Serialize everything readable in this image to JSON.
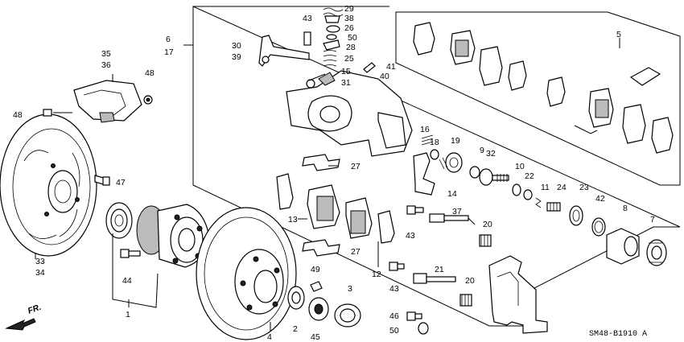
{
  "diagram_code": "SM48-B1910 A",
  "direction_label": "FR.",
  "callouts": {
    "c1": "1",
    "c2": "2",
    "c3": "3",
    "c4": "4",
    "c5": "5",
    "c6": "6",
    "c17": "17",
    "c7": "7",
    "c8": "8",
    "c9": "9",
    "c10": "10",
    "c11": "11",
    "c12": "12",
    "c13": "13",
    "c14": "14",
    "c15": "15",
    "c31": "31",
    "c16": "16",
    "c18": "18",
    "c19": "19",
    "c20a": "20",
    "c20b": "20",
    "c21": "21",
    "c22": "22",
    "c23": "23",
    "c24": "24",
    "c25": "25",
    "c26": "26",
    "c27a": "27",
    "c27b": "27",
    "c28": "28",
    "c29": "29",
    "c38": "38",
    "c30": "30",
    "c39": "39",
    "c32": "32",
    "c33": "33",
    "c34": "34",
    "c35": "35",
    "c36": "36",
    "c37": "37",
    "c40": "40",
    "c41": "41",
    "c42": "42",
    "c43a": "43",
    "c43b": "43",
    "c43c": "43",
    "c44": "44",
    "c45": "45",
    "c46": "46",
    "c47": "47",
    "c48a": "48",
    "c48b": "48",
    "c49": "49",
    "c50a": "50",
    "c50b": "50"
  }
}
